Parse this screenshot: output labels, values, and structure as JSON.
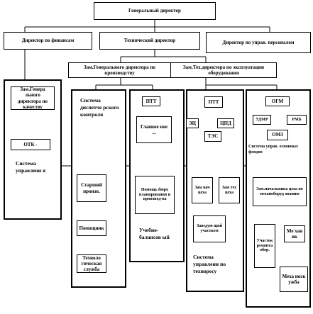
{
  "nodes": {
    "gen_dir": "Генеральный директор",
    "fin_dir": "Директор по финансам",
    "tech_dir": "Технический директор",
    "pers_dir": "Директор по управ. персоналом",
    "dep_gen_prod": "Зам.Генерального директора по производству",
    "dep_tech_equip": "Зам.Тех.директора по эксплуатации оборудования",
    "dep_gen_quality": "Зам.Генера льного директора по качеству",
    "otk": "ОТК -",
    "sys_quality": "Система управлени я",
    "sys_dispatch": "Система диспетче рского контроля",
    "senior_master": "Старший произв.",
    "assistant": "Помощник",
    "technologist": "Техноло гическая служба",
    "ptt_1": "ПТТ",
    "chief_mech_1": "Главное ное ...",
    "balance_dept": "Помощь бюро планирования и производ-ва",
    "training": "Учебно-балансов ый",
    "ptt_2": "ПТТ",
    "ec": "ЭЦ",
    "cpd": "ЦПД",
    "tec": "ТЭС",
    "zam_sch": "Зам нач цеха",
    "zam_teh": "Зам тех цеха",
    "zav_uch": "Заведую щий участком",
    "sys_teh": "Система управлени по техноресу",
    "ogm": "ОГМ",
    "udmr": "УДМР",
    "rmb": "РМБ",
    "oms": "ОМЗ",
    "sys_mech": "Система управ. основных фондов",
    "zam_nach_repair": "Зам.начальника цеха по механоборуд ованию",
    "uch_remont": "Участок ремонта обор.",
    "mech_1": "Ме хан ик",
    "mech_service": "Меха носк ужба"
  }
}
